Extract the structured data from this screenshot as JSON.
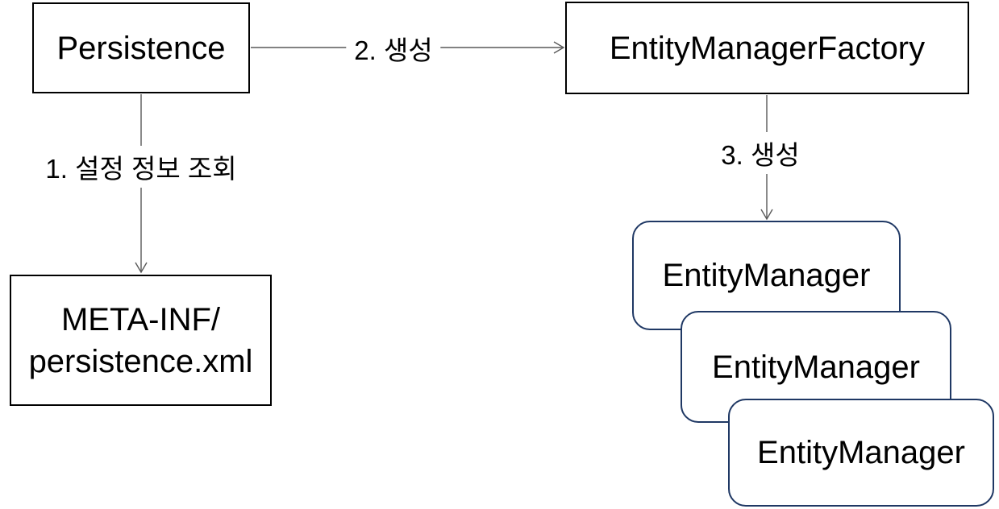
{
  "diagram": {
    "nodes": {
      "persistence": {
        "label": "Persistence",
        "shape": "rectangle"
      },
      "entity_manager_factory": {
        "label": "EntityManagerFactory",
        "shape": "rectangle"
      },
      "persistence_xml": {
        "label_line1": "META-INF/",
        "label_line2": "persistence.xml",
        "shape": "rectangle"
      },
      "entity_managers": [
        {
          "label": "EntityManager",
          "shape": "rounded-rectangle"
        },
        {
          "label": "EntityManager",
          "shape": "rounded-rectangle"
        },
        {
          "label": "EntityManager",
          "shape": "rounded-rectangle"
        }
      ]
    },
    "edges": {
      "config_lookup": {
        "label": "1. 설정 정보 조회",
        "from": "Persistence",
        "to": "META-INF/persistence.xml",
        "direction": "down"
      },
      "create_factory": {
        "label": "2. 생성",
        "from": "Persistence",
        "to": "EntityManagerFactory",
        "direction": "right"
      },
      "create_entity_manager": {
        "label": "3. 생성",
        "from": "EntityManagerFactory",
        "to": "EntityManager",
        "direction": "down"
      }
    },
    "colors": {
      "rect_border": "#000000",
      "rounded_border": "#1f3864",
      "connector": "#595959",
      "text": "#000000",
      "background": "#ffffff"
    }
  }
}
